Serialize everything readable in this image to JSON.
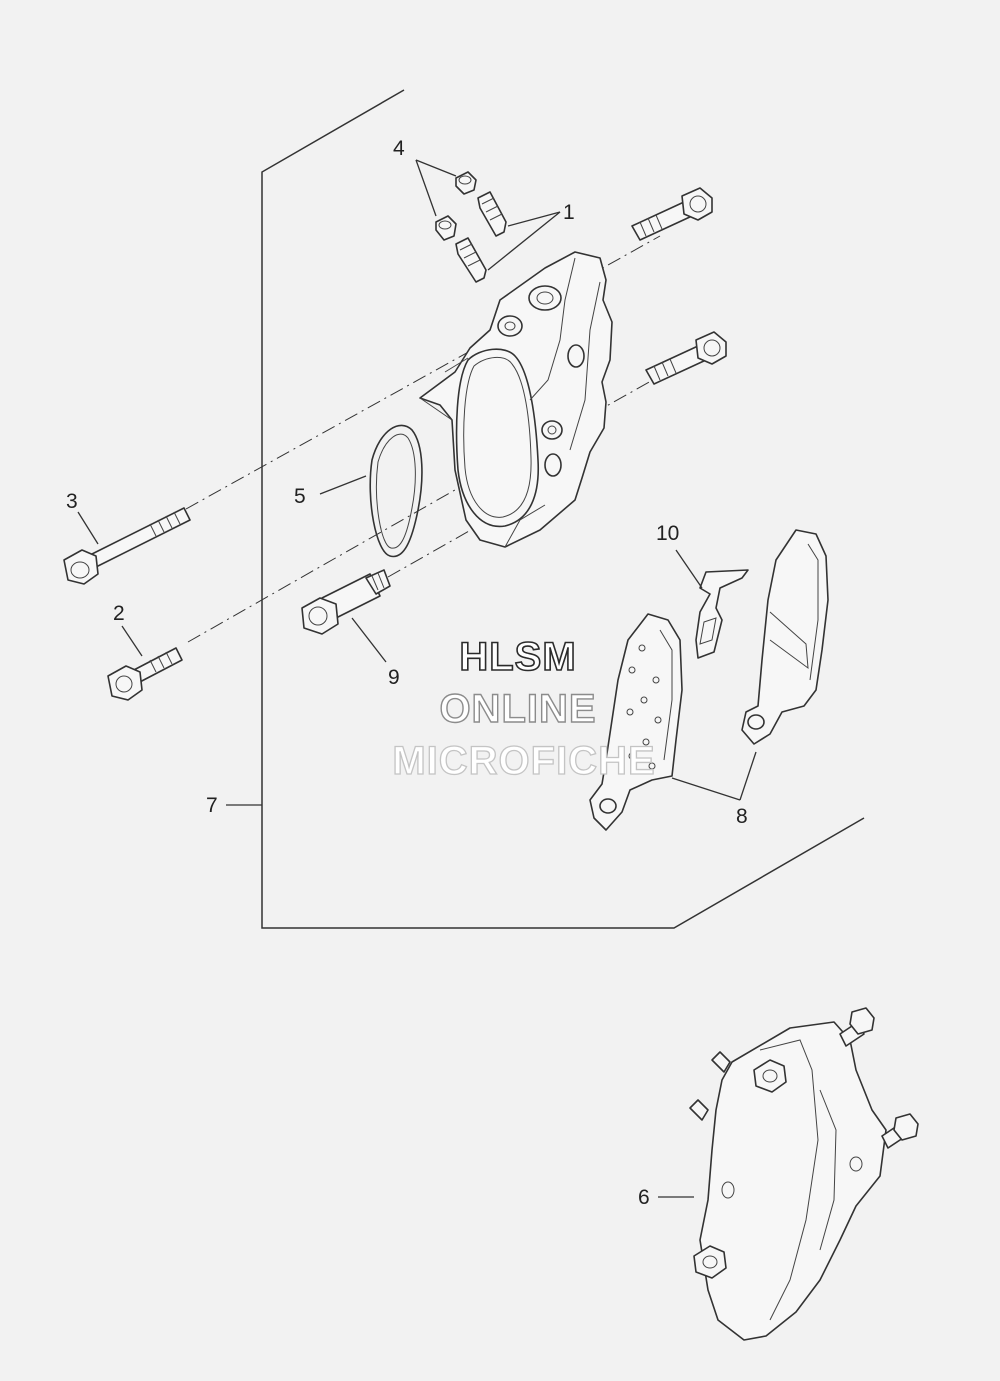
{
  "watermark": {
    "line1": "HLSM",
    "line2": "ONLINE",
    "line3": "MICROFICHE"
  },
  "callouts": {
    "c1": "1",
    "c2": "2",
    "c3": "3",
    "c4": "4",
    "c5": "5",
    "c6": "6",
    "c7": "7",
    "c8": "8",
    "c9": "9",
    "c10": "10"
  },
  "colors": {
    "background": "#f2f2f2",
    "line": "#333333"
  }
}
